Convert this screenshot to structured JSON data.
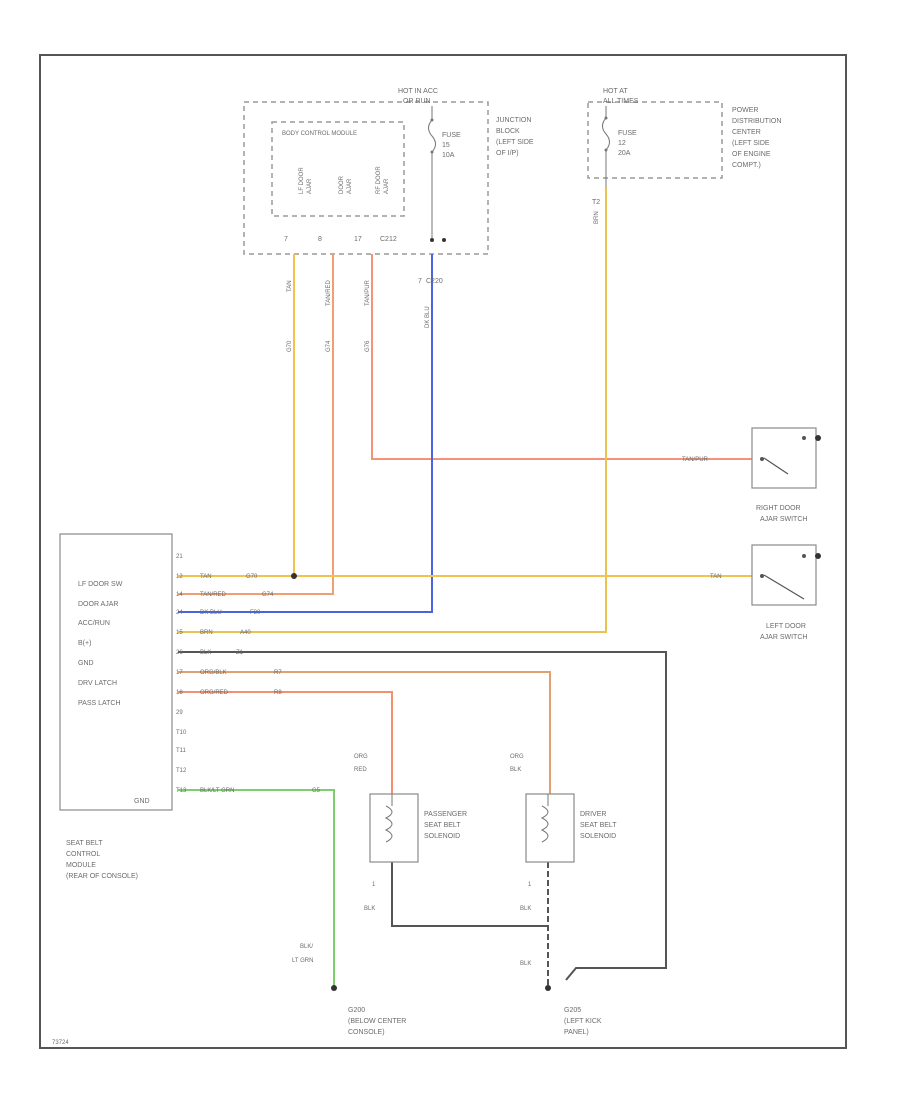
{
  "figure_id": "73724",
  "colors": {
    "tan": "#f2c24f",
    "tan_red": "#f0a070",
    "tan_purple": "#f4937a",
    "dk_blue": "#4a64e0",
    "brown": "#e8c350",
    "black": "#555555",
    "orange_black": "#e0a070",
    "orange_red": "#f39070",
    "black_lt_green": "#7ccf6c"
  },
  "junction_block": {
    "hot_label": "HOT IN ACC",
    "hot_label2": "OR RUN",
    "fuse": [
      "FUSE",
      "15",
      "10A"
    ],
    "name": [
      "JUNCTION",
      "BLOCK",
      "(LEFT SIDE",
      "OF I/P)"
    ]
  },
  "pdc": {
    "hot_label": "HOT AT",
    "hot_label2": "ALL TIMES",
    "fuse": [
      "FUSE",
      "12",
      "20A"
    ],
    "name": [
      "POWER",
      "DISTRIBUTION",
      "CENTER",
      "(LEFT SIDE",
      "OF ENGINE",
      "COMPT.)"
    ]
  },
  "body_module": {
    "title": "BODY CONTROL MODULE",
    "inputs": [
      [
        "LF DOOR",
        "AJAR"
      ],
      [
        "DOOR",
        "AJAR"
      ],
      [
        "RF DOOR",
        "AJAR"
      ]
    ],
    "pins": [
      "7",
      "8",
      "17",
      "C212"
    ]
  },
  "connectors": {
    "c220": "C220",
    "c220_pin": "7",
    "pdc_pin": "T2"
  },
  "wires": {
    "tan": "TAN",
    "tan_red": "TAN/RED",
    "tan_purple": "TAN/PUR",
    "dk_blue": "DK BLU",
    "brown": "BRN",
    "code_g70": "G70",
    "code_g74": "G74",
    "code_g76": "G76",
    "row_tan": [
      "TAN",
      "G70"
    ],
    "row_tan_red": [
      "TAN/RED",
      "G74"
    ],
    "row_dk_blue": [
      "DK BLU",
      "F30"
    ],
    "row_brown": [
      "BRN",
      "A40"
    ],
    "row_black": [
      "BLK",
      "Z1"
    ],
    "row_org_blk": [
      "ORG/BLK",
      "R7"
    ],
    "row_org_red": [
      "ORG/RED",
      "R8"
    ],
    "row_blk_lt_grn": [
      "BLK/LT GRN",
      "G5"
    ]
  },
  "seat_belt_module": {
    "labels": [
      "LF DOOR SW",
      "DOOR AJAR",
      "ACC/RUN",
      "B(+)",
      "GND",
      "DRV LATCH",
      "PASS LATCH",
      "GND"
    ],
    "pins": [
      "21",
      "12",
      "14",
      "24",
      "15",
      "26",
      "17",
      "18",
      "29",
      "T10",
      "T11",
      "T12",
      "T13"
    ],
    "name": [
      "SEAT BELT",
      "CONTROL",
      "MODULE",
      "(REAR OF CONSOLE)"
    ]
  },
  "switches": {
    "right": [
      "RIGHT DOOR",
      "AJAR SWITCH"
    ],
    "left": [
      "LEFT DOOR",
      "AJAR SWITCH"
    ],
    "right_wire": "TAN/PUR",
    "left_wire": "TAN"
  },
  "solenoids": {
    "passenger": [
      "PASSENGER",
      "SEAT BELT",
      "SOLENOID"
    ],
    "driver": [
      "DRIVER",
      "SEAT BELT",
      "SOLENOID"
    ],
    "passenger_wire": [
      "ORG",
      "RED"
    ],
    "driver_wire": [
      "ORG",
      "BLK"
    ],
    "pin": "1",
    "ground_wire": "BLK"
  },
  "grounds": {
    "g200": [
      "G200",
      "(BELOW CENTER",
      "CONSOLE)"
    ],
    "g205": [
      "G205",
      "(LEFT KICK",
      "PANEL)"
    ],
    "g200_wire": [
      "BLK/",
      "LT GRN"
    ],
    "g205_wire": "BLK"
  }
}
